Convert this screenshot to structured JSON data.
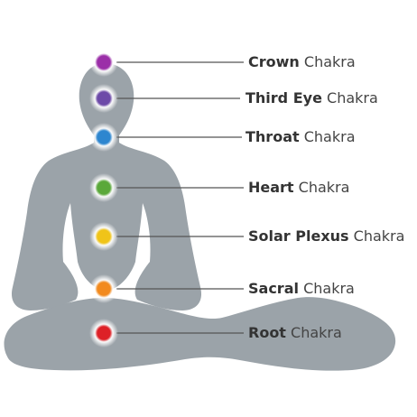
{
  "figure": {
    "silhouette_color": "#9ba3a9",
    "line_color": "#555555"
  },
  "chakras": [
    {
      "name": "Crown",
      "suffix": "Chakra",
      "color": "#9b2fa8"
    },
    {
      "name": "Third Eye",
      "suffix": "Chakra",
      "color": "#6d4aa8"
    },
    {
      "name": "Throat",
      "suffix": "Chakra",
      "color": "#2e86cf"
    },
    {
      "name": "Heart",
      "suffix": "Chakra",
      "color": "#5aa83a"
    },
    {
      "name": "Solar Plexus",
      "suffix": "Chakra",
      "color": "#f0c419"
    },
    {
      "name": "Sacral",
      "suffix": "Chakra",
      "color": "#f28a1e"
    },
    {
      "name": "Root",
      "suffix": "Chakra",
      "color": "#dd2127"
    }
  ]
}
